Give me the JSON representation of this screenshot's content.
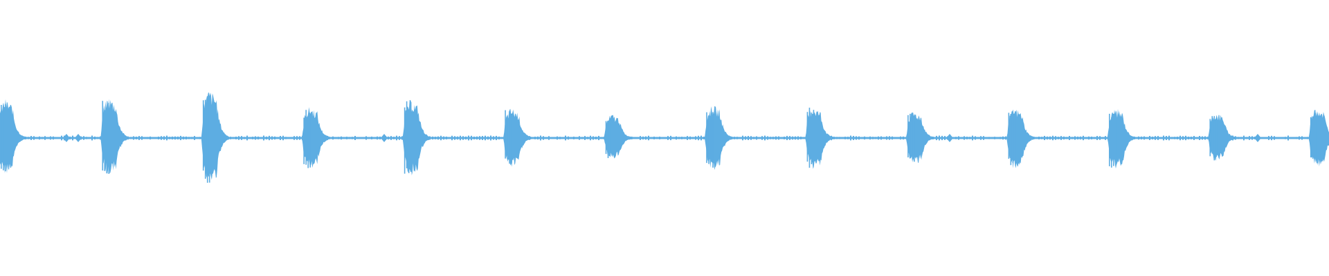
{
  "waveform": {
    "color": "#5DADE2",
    "background": "#FFFFFF",
    "burst_count": 14,
    "bursts": [
      {
        "peak_up": 0.52,
        "peak_down": 0.48
      },
      {
        "peak_up": 0.55,
        "peak_down": 0.5
      },
      {
        "peak_up": 0.64,
        "peak_down": 0.62
      },
      {
        "peak_up": 0.42,
        "peak_down": 0.42
      },
      {
        "peak_up": 0.51,
        "peak_down": 0.51
      },
      {
        "peak_up": 0.4,
        "peak_down": 0.4
      },
      {
        "peak_up": 0.32,
        "peak_down": 0.29
      },
      {
        "peak_up": 0.44,
        "peak_down": 0.44
      },
      {
        "peak_up": 0.42,
        "peak_down": 0.42
      },
      {
        "peak_up": 0.36,
        "peak_down": 0.36
      },
      {
        "peak_up": 0.4,
        "peak_down": 0.42
      },
      {
        "peak_up": 0.4,
        "peak_down": 0.42
      },
      {
        "peak_up": 0.34,
        "peak_down": 0.31
      },
      {
        "peak_up": 0.42,
        "peak_down": 0.4
      }
    ]
  }
}
